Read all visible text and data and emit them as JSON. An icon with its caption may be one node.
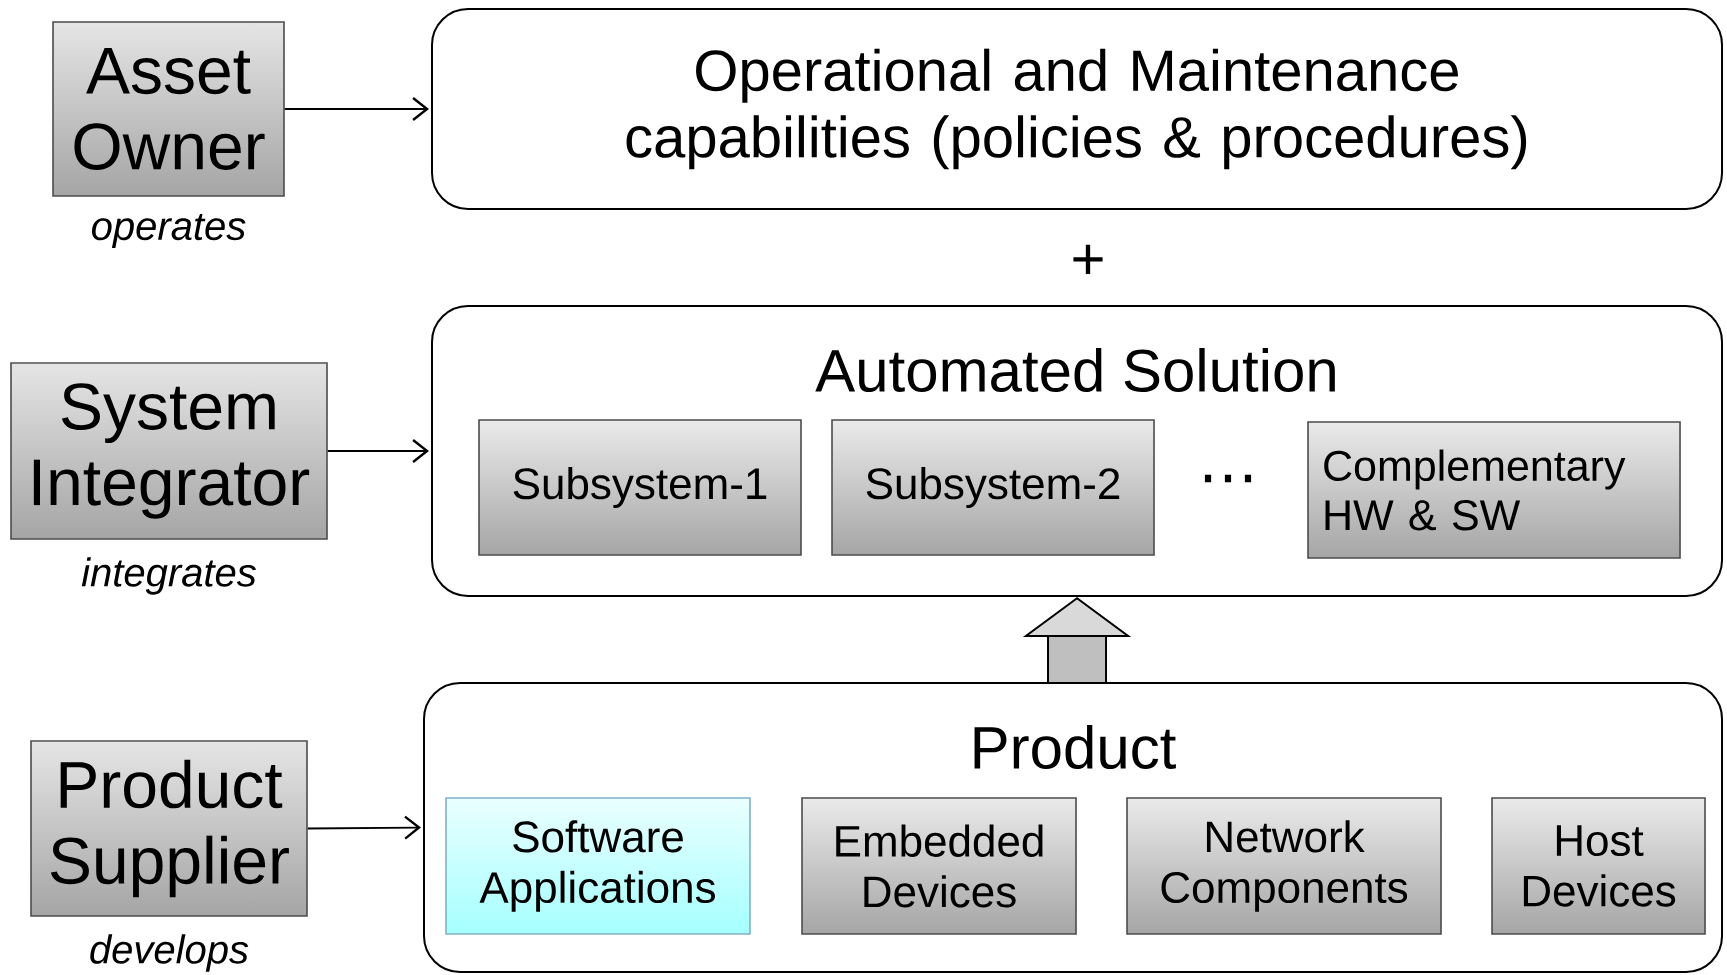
{
  "diagram": {
    "nodes": [
      {
        "text": [
          "Asset Owner"
        ],
        "beside": [
          "operates"
        ]
      },
      {
        "text": [
          "Operational and Maintenance capabilities (policies & procedures)"
        ]
      },
      {
        "text": [
          "System Integrator"
        ],
        "beside": [
          "integrates"
        ]
      },
      {
        "text": [
          "Automated Solution"
        ]
      },
      {
        "text": [
          "Subsystem-1"
        ],
        "in": 3
      },
      {
        "text": [
          "Subsystem-2"
        ],
        "in": 3
      },
      {
        "text": [
          "Complementary HW & SW"
        ],
        "in": 3
      },
      {
        "text": [
          "Product Supplier"
        ],
        "beside": [
          "develops"
        ]
      },
      {
        "text": [
          "Product"
        ]
      },
      {
        "text": [
          "Software Applications"
        ],
        "in": 8
      },
      {
        "text": [
          "Embedded Devices"
        ],
        "in": 8
      },
      {
        "text": [
          "Network Components"
        ],
        "in": 8
      },
      {
        "text": [
          "Host Devices"
        ],
        "in": 8
      }
    ],
    "edges": [
      {
        "from": 0,
        "to": 1,
        "arrow": "to"
      },
      {
        "from": 2,
        "to": 3,
        "arrow": "to"
      },
      {
        "from": 7,
        "to": 8,
        "arrow": "to"
      },
      {
        "from": 8,
        "to": 3,
        "arrow": "to",
        "style": "thick"
      }
    ],
    "labels": [
      "+",
      "⋯"
    ]
  }
}
